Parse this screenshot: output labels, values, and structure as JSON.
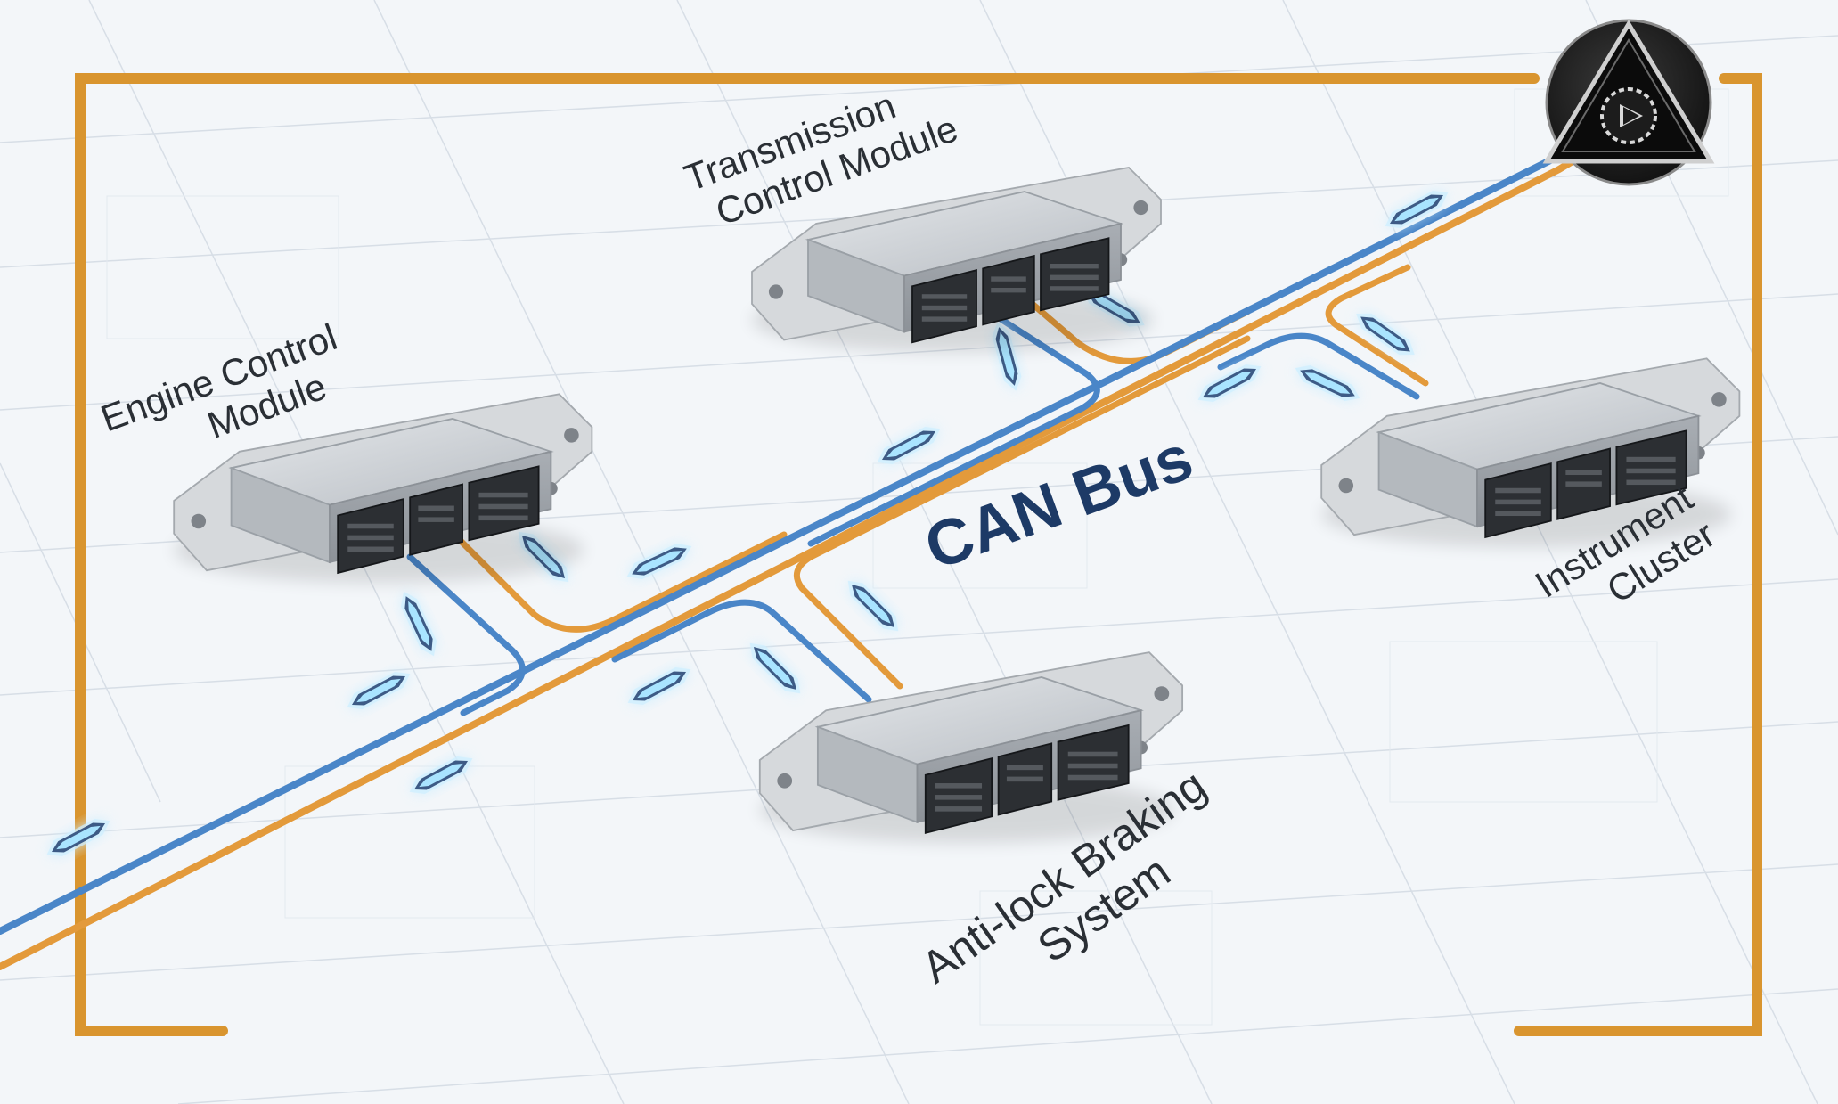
{
  "diagram": {
    "bus_label": "CAN Bus",
    "modules": {
      "engine": {
        "line1": "Engine Control",
        "line2": "Module"
      },
      "transmission": {
        "line1": "Transmission",
        "line2": "Control Module"
      },
      "instrument": {
        "line1": "Instrument",
        "line2": "Cluster"
      },
      "abs": {
        "line1": "Anti-lock Braking",
        "line2": "System"
      }
    }
  },
  "colors": {
    "frame": "#d9952f",
    "can_high": "#4a86c8",
    "can_low": "#e39a3b",
    "bus_label": "#1d3a66",
    "module_body": "#c9cdd2",
    "connector": "#2c2f33",
    "packet_glow": "#7fd3ff"
  },
  "logo": {
    "icon": "triangle-gear-logo-icon"
  }
}
